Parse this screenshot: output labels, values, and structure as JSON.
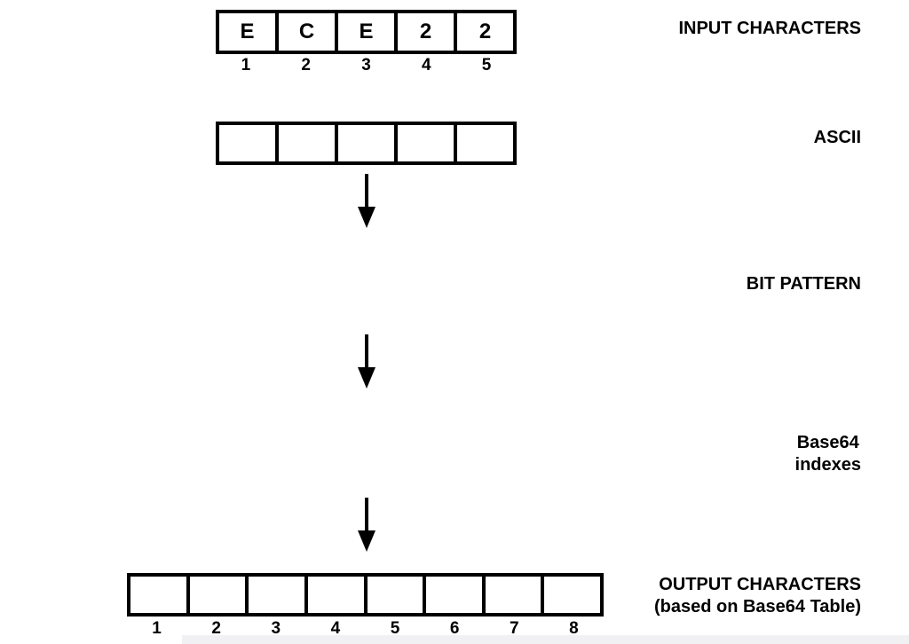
{
  "diagram": {
    "title_semantic": "Base64 encoding flow diagram",
    "input_row": {
      "cells": [
        "E",
        "C",
        "E",
        "2",
        "2"
      ],
      "indices": [
        "1",
        "2",
        "3",
        "4",
        "5"
      ]
    },
    "ascii_row": {
      "cells": [
        "",
        "",
        "",
        "",
        ""
      ]
    },
    "output_row": {
      "cells": [
        "",
        "",
        "",
        "",
        "",
        "",
        "",
        ""
      ],
      "indices": [
        "1",
        "2",
        "3",
        "4",
        "5",
        "6",
        "7",
        "8"
      ]
    }
  },
  "labels": {
    "input": "INPUT CHARACTERS",
    "ascii": "ASCII",
    "bit_pattern": "BIT PATTERN",
    "base64_line1": "Base64",
    "base64_line2": "indexes",
    "output_line1": "OUTPUT CHARACTERS",
    "output_line2": "(based on Base64 Table)"
  },
  "colors": {
    "ink": "#000000",
    "background": "#ffffff",
    "footer_strip": "#f1f1f4"
  }
}
